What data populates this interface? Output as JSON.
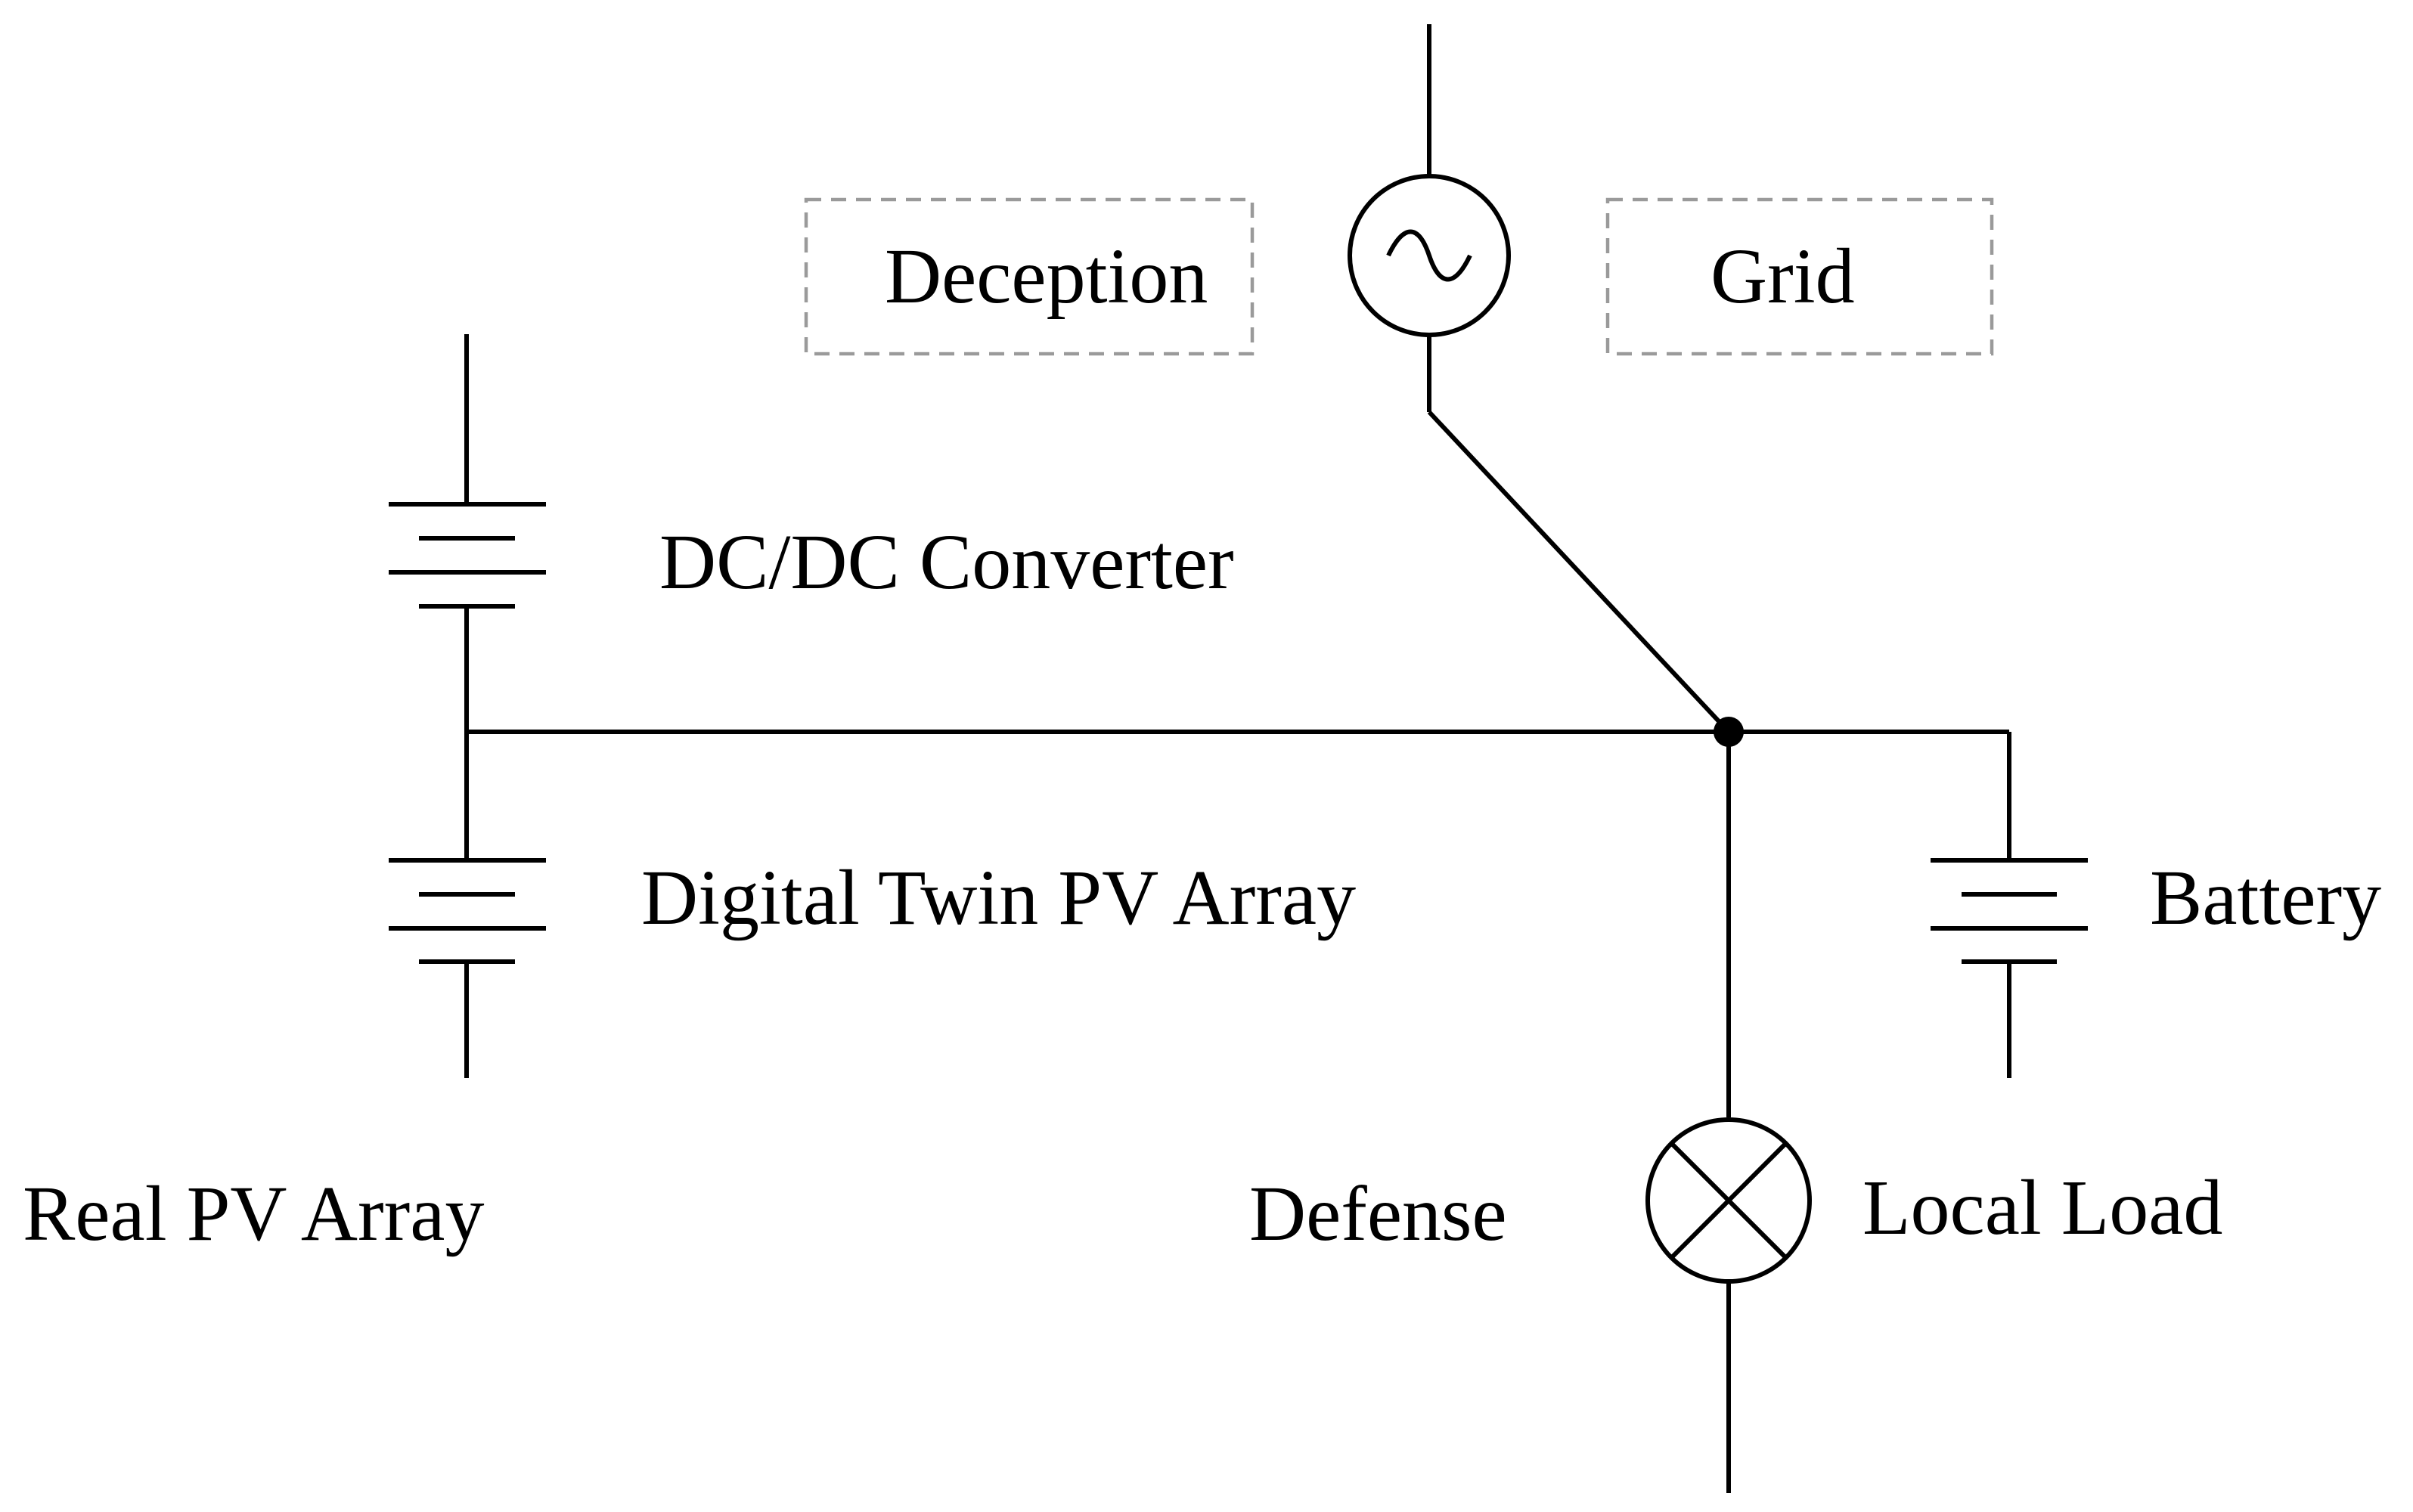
{
  "labels": {
    "deception": "Deception",
    "grid": "Grid",
    "dcdc_converter": "DC/DC Converter",
    "digital_twin_pv_array": "Digital Twin PV Array",
    "battery": "Battery",
    "real_pv_array": "Real PV Array",
    "defense": "Defense",
    "local_load": "Local Load"
  }
}
